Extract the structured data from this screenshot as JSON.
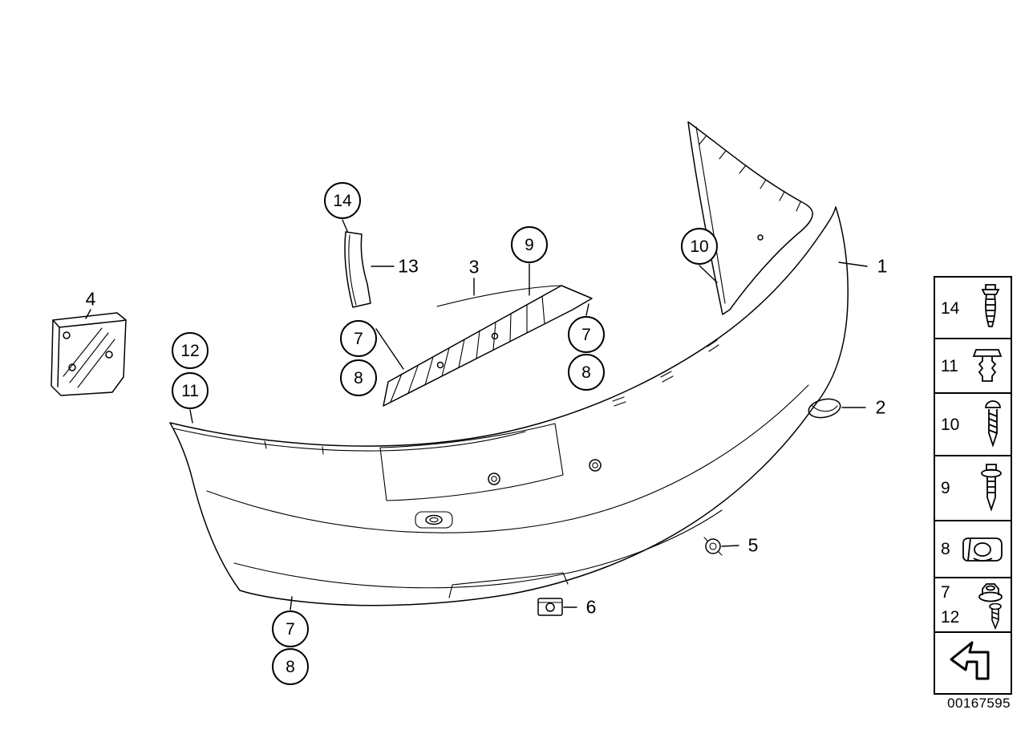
{
  "diagram": {
    "drawing_number": "00167595",
    "callouts": {
      "circled": [
        {
          "label": "14"
        },
        {
          "label": "9"
        },
        {
          "label": "10"
        },
        {
          "label": "7"
        },
        {
          "label": "8"
        },
        {
          "label": "7"
        },
        {
          "label": "8"
        },
        {
          "label": "12"
        },
        {
          "label": "11"
        },
        {
          "label": "7"
        },
        {
          "label": "8"
        }
      ],
      "plain": [
        {
          "label": "13"
        },
        {
          "label": "3"
        },
        {
          "label": "1"
        },
        {
          "label": "4"
        },
        {
          "label": "2"
        },
        {
          "label": "5"
        },
        {
          "label": "6"
        }
      ]
    },
    "legend": {
      "rows": [
        {
          "labels": [
            "14"
          ],
          "icon": "expansion-screw-icon"
        },
        {
          "labels": [
            "11"
          ],
          "icon": "expansion-rivet-icon"
        },
        {
          "labels": [
            "10"
          ],
          "icon": "tapping-screw-icon"
        },
        {
          "labels": [
            "9"
          ],
          "icon": "screw-with-washer-icon"
        },
        {
          "labels": [
            "8"
          ],
          "icon": "speed-nut-icon"
        },
        {
          "labels": [
            "7",
            "12"
          ],
          "icon": "flange-nut-and-screw-icon"
        },
        {
          "labels": [],
          "icon": "reference-arrow-icon"
        }
      ]
    },
    "colors": {
      "line": "#000000",
      "background": "#ffffff"
    }
  }
}
